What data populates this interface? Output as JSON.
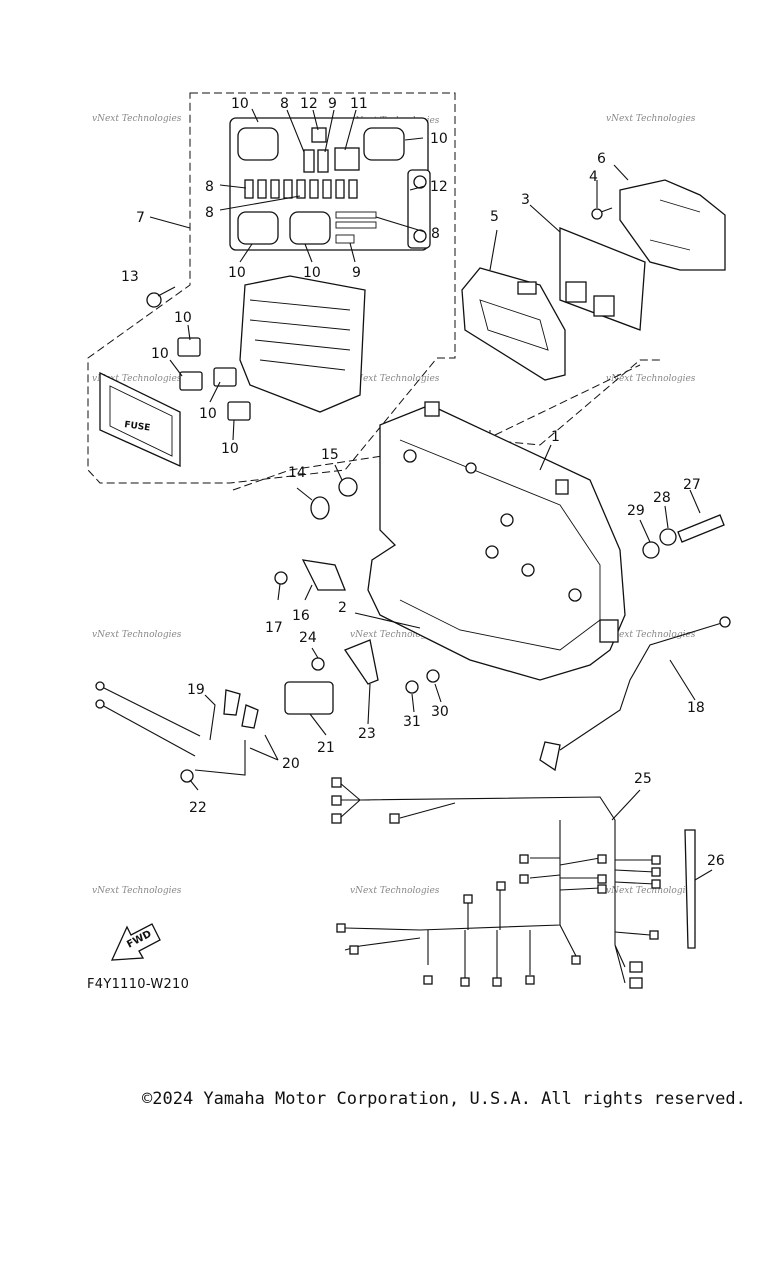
{
  "callouts": [
    {
      "id": "1",
      "label": "1"
    },
    {
      "id": "2",
      "label": "2"
    },
    {
      "id": "3",
      "label": "3"
    },
    {
      "id": "4",
      "label": "4"
    },
    {
      "id": "5",
      "label": "5"
    },
    {
      "id": "6",
      "label": "6"
    },
    {
      "id": "7",
      "label": "7"
    },
    {
      "id": "8",
      "label": "8"
    },
    {
      "id": "9",
      "label": "9"
    },
    {
      "id": "10",
      "label": "10"
    },
    {
      "id": "11",
      "label": "11"
    },
    {
      "id": "12",
      "label": "12"
    },
    {
      "id": "13",
      "label": "13"
    },
    {
      "id": "14",
      "label": "14"
    },
    {
      "id": "15",
      "label": "15"
    },
    {
      "id": "16",
      "label": "16"
    },
    {
      "id": "17",
      "label": "17"
    },
    {
      "id": "18",
      "label": "18"
    },
    {
      "id": "19",
      "label": "19"
    },
    {
      "id": "20",
      "label": "20"
    },
    {
      "id": "21",
      "label": "21"
    },
    {
      "id": "22",
      "label": "22"
    },
    {
      "id": "23",
      "label": "23"
    },
    {
      "id": "24",
      "label": "24"
    },
    {
      "id": "25",
      "label": "25"
    },
    {
      "id": "26",
      "label": "26"
    },
    {
      "id": "27",
      "label": "27"
    },
    {
      "id": "28",
      "label": "28"
    },
    {
      "id": "29",
      "label": "29"
    },
    {
      "id": "30",
      "label": "30"
    },
    {
      "id": "31",
      "label": "31"
    }
  ],
  "labels": {
    "fuse": "FUSE",
    "fwd": "FWD",
    "watermark": "vNext Technologies",
    "diagram_code": "F4Y1110-W210",
    "copyright": "©2024 Yamaha Motor Corporation, U.S.A. All rights reserved."
  }
}
